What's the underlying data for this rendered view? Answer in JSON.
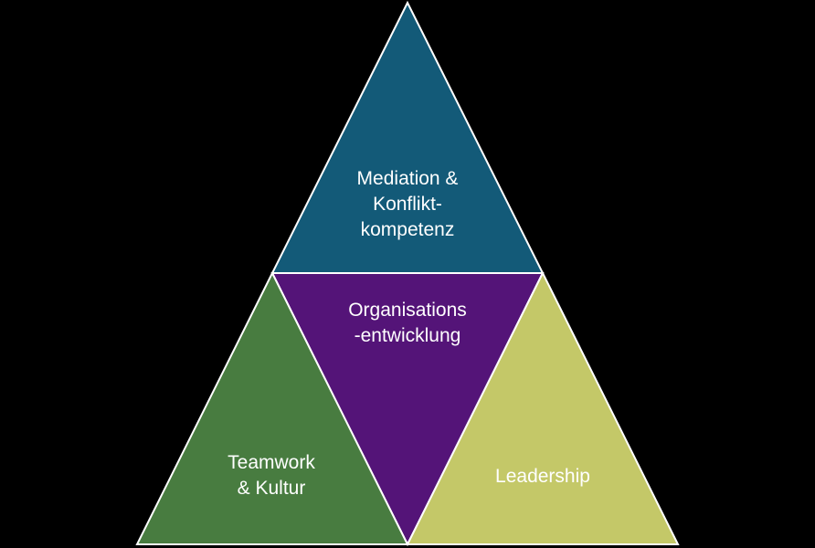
{
  "colors": {
    "background": "#000000",
    "outline": "#ffffff",
    "top": "#135a78",
    "center": "#541478",
    "left": "#487c40",
    "right": "#c4c868"
  },
  "segments": {
    "top": {
      "lines": [
        "Mediation &",
        "Konflikt-",
        "kompetenz"
      ]
    },
    "center": {
      "lines": [
        "Organisations",
        "-entwicklung"
      ]
    },
    "left": {
      "lines": [
        "Teamwork",
        "& Kultur"
      ]
    },
    "right": {
      "lines": [
        "Leadership"
      ]
    }
  }
}
